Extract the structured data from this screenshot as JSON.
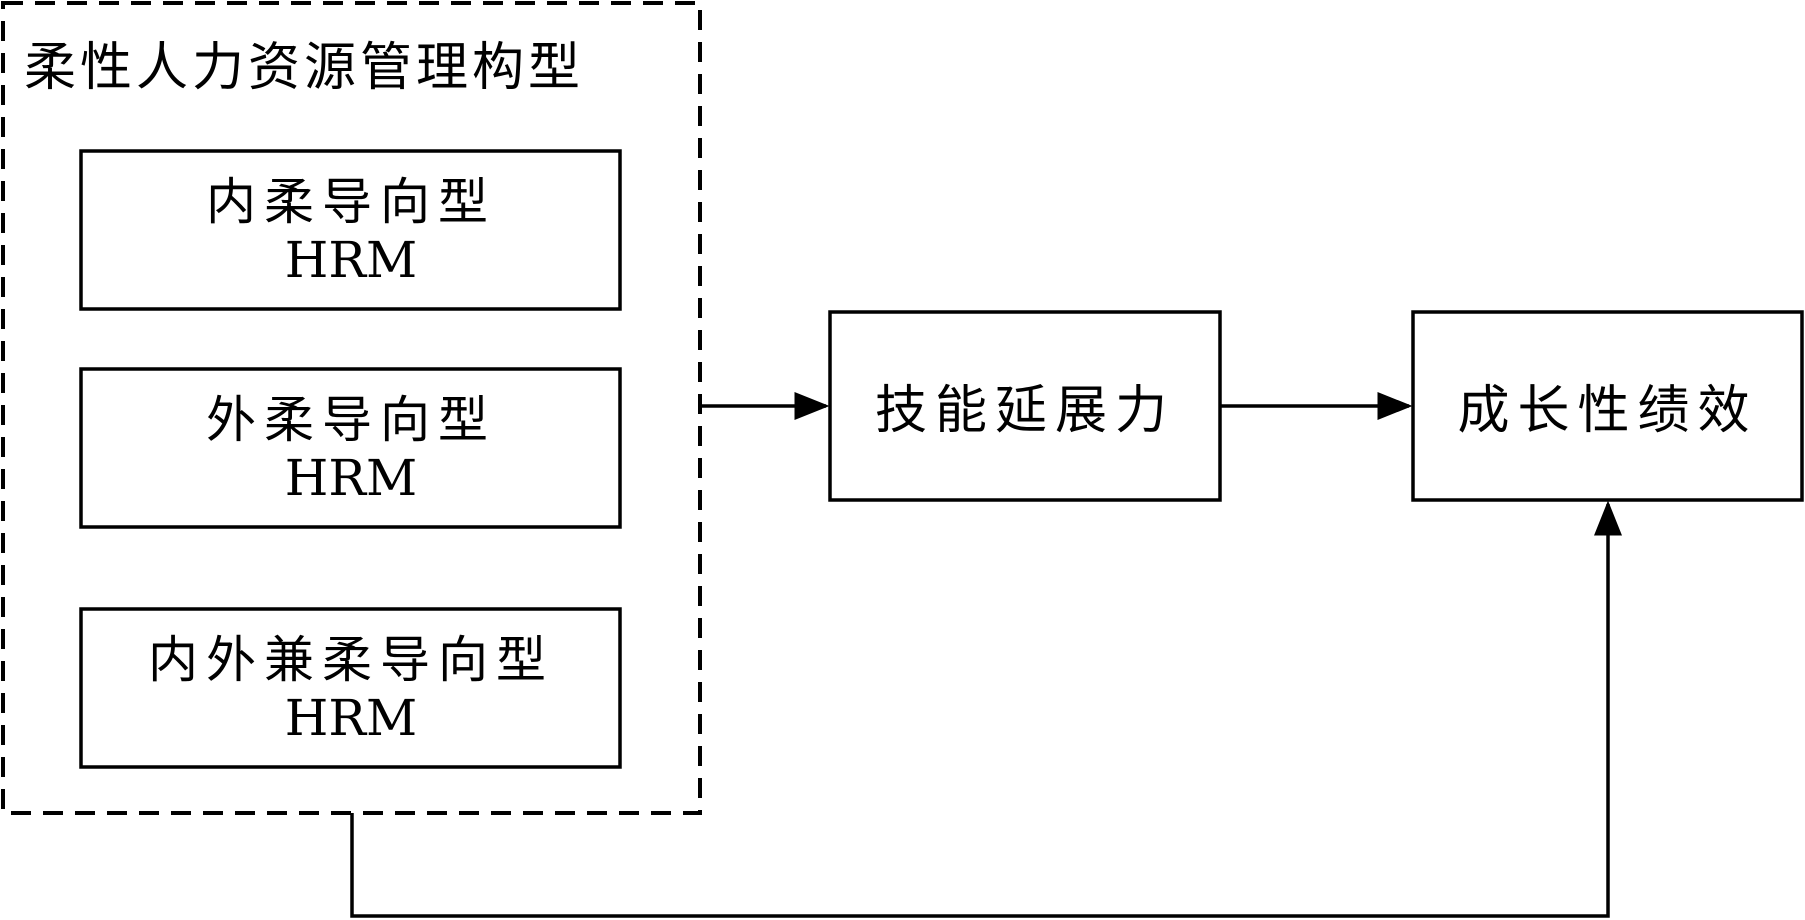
{
  "diagram": {
    "group": {
      "title": "柔性人力资源管理构型",
      "items": [
        {
          "line1": "内柔导向型",
          "line2": "HRM"
        },
        {
          "line1": "外柔导向型",
          "line2": "HRM"
        },
        {
          "line1": "内外兼柔导向型",
          "line2": "HRM"
        }
      ]
    },
    "mediator": {
      "label": "技能延展力"
    },
    "outcome": {
      "label": "成长性绩效"
    },
    "colors": {
      "stroke": "#000000",
      "background": "#ffffff"
    }
  }
}
